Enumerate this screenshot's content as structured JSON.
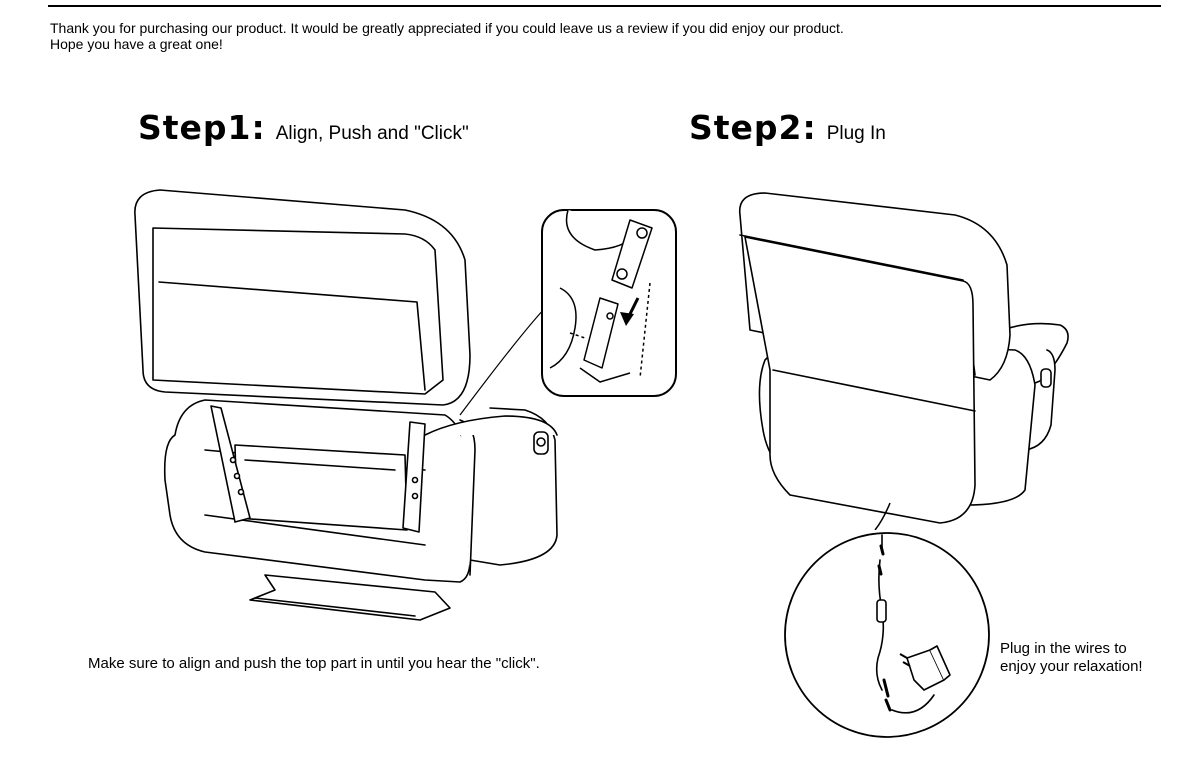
{
  "intro": {
    "line1": "Thank you for purchasing our product. It would be greatly appreciated if you could leave us a review if you did enjoy our product.",
    "line2": "Hope you have a great one!"
  },
  "step1": {
    "title": "Step1:",
    "subtitle": "Align, Push and \"Click\"",
    "caption": "Make sure to align and push the top part in until you hear the \"click\"."
  },
  "step2": {
    "title": "Step2:",
    "subtitle": "Plug In",
    "caption_line1": "Plug in the wires to",
    "caption_line2": "enjoy your relaxation!"
  },
  "illustrations": {
    "step1_chair": "recliner-back-attachment-icon",
    "step1_detail": "bracket-slide-detail-icon",
    "step2_chair": "recliner-rear-icon",
    "step2_detail": "power-cord-adapter-icon"
  }
}
